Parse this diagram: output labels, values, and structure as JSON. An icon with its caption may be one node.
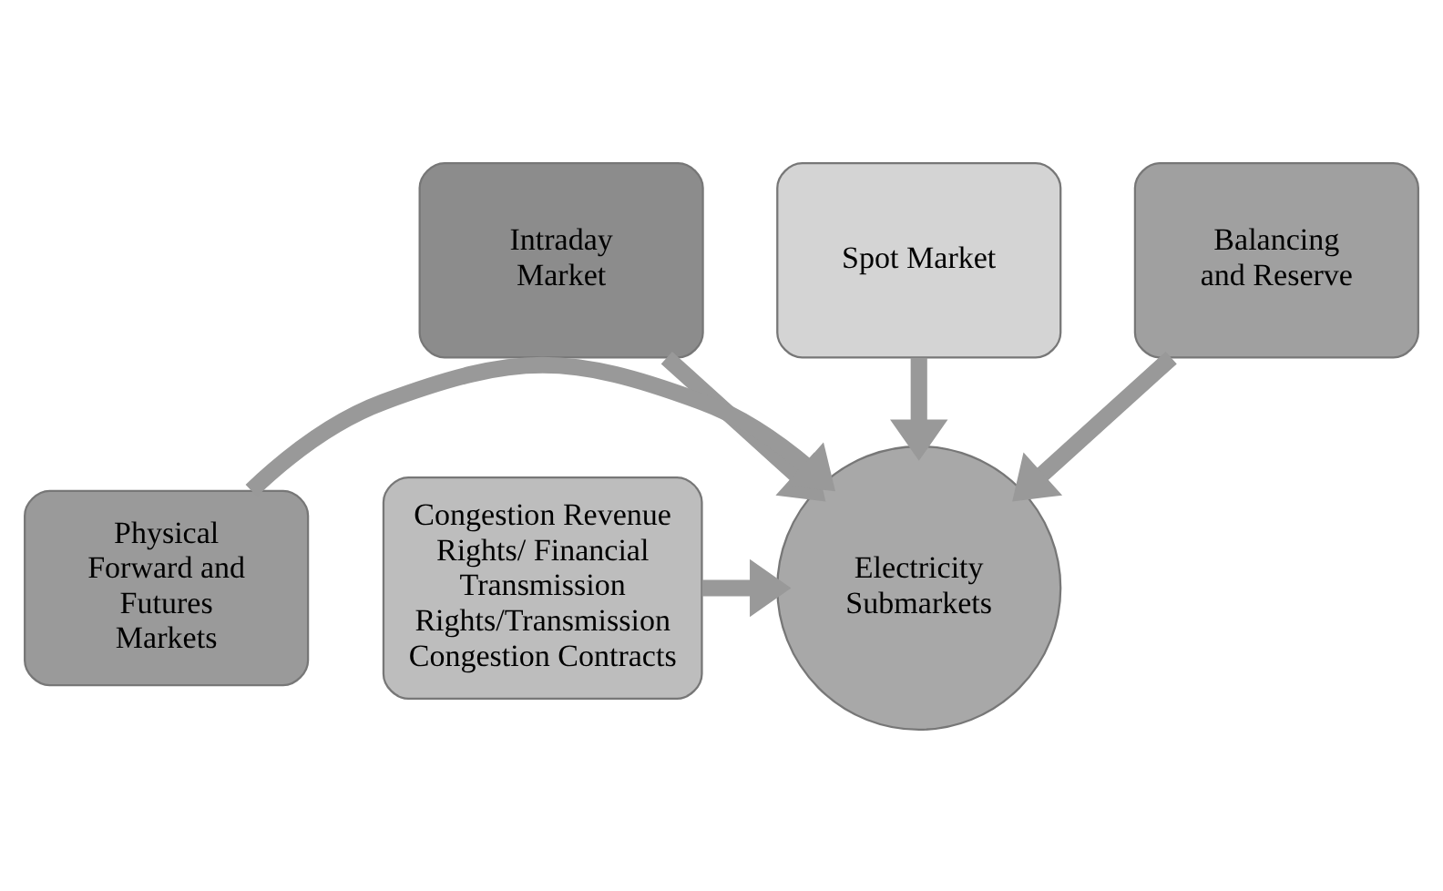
{
  "diagram": {
    "nodes": [
      {
        "text": [
          "Intraday Market"
        ]
      },
      {
        "text": [
          "Spot Market"
        ]
      },
      {
        "text": [
          "Balancing and Reserve"
        ]
      },
      {
        "text": [
          "Physical Forward and Futures Markets"
        ]
      },
      {
        "text": [
          "Electricity Submarkets"
        ]
      },
      {
        "text": [
          "Congestion Revenue Rights/ Financial Transmission Rights/Transmission Congestion Contracts"
        ]
      }
    ],
    "edges": [
      {
        "from": 1,
        "to": 4,
        "arrow": "to"
      },
      {
        "from": 0,
        "to": 4,
        "arrow": "to"
      },
      {
        "from": 2,
        "to": 4,
        "arrow": "to"
      },
      {
        "from": 3,
        "to": 4,
        "arrow": "to"
      },
      {
        "from": 5,
        "to": 4,
        "arrow": "to"
      }
    ]
  }
}
